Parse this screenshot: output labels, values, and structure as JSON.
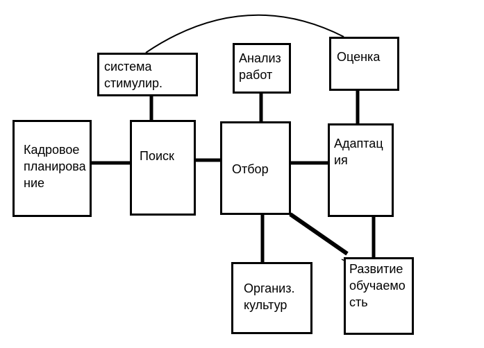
{
  "nodes": {
    "stimulation": "система\nстимулир.",
    "analysis": "Анализ\nработ",
    "evaluation": "Оценка",
    "planning": "Кадровое\nпланирова\nние",
    "search": "Поиск",
    "selection": "Отбор",
    "adaptation": "Адаптац\nия",
    "culture": "Организ.\nкультур",
    "development": "Развитие\nобучаемо\nсть"
  }
}
